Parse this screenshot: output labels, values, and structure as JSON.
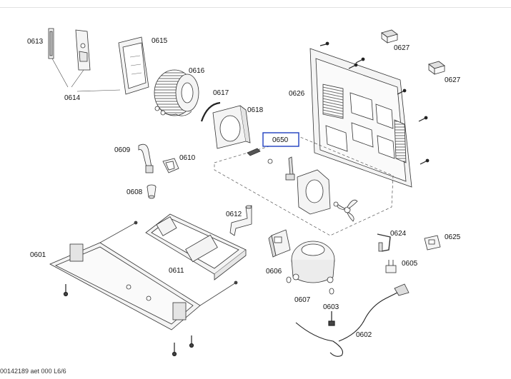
{
  "labels": {
    "p0613": "0613",
    "p0614": "0614",
    "p0615": "0615",
    "p0616": "0616",
    "p0617": "0617",
    "p0618": "0618",
    "p0626": "0626",
    "p0627a": "0627",
    "p0627b": "0627",
    "p0650": "0650",
    "p0609": "0609",
    "p0610": "0610",
    "p0608": "0608",
    "p0612": "0612",
    "p0601": "0601",
    "p0611": "0611",
    "p0606": "0606",
    "p0607": "0607",
    "p0624": "0624",
    "p0625": "0625",
    "p0605": "0605",
    "p0603": "0603",
    "p0602": "0602"
  },
  "footer": {
    "drawing_id": "00142189 aet 000 L6/6"
  },
  "colors": {
    "highlight_box": "#1f3fbf",
    "line": "#333333",
    "part_fill": "#f4f4f4"
  }
}
